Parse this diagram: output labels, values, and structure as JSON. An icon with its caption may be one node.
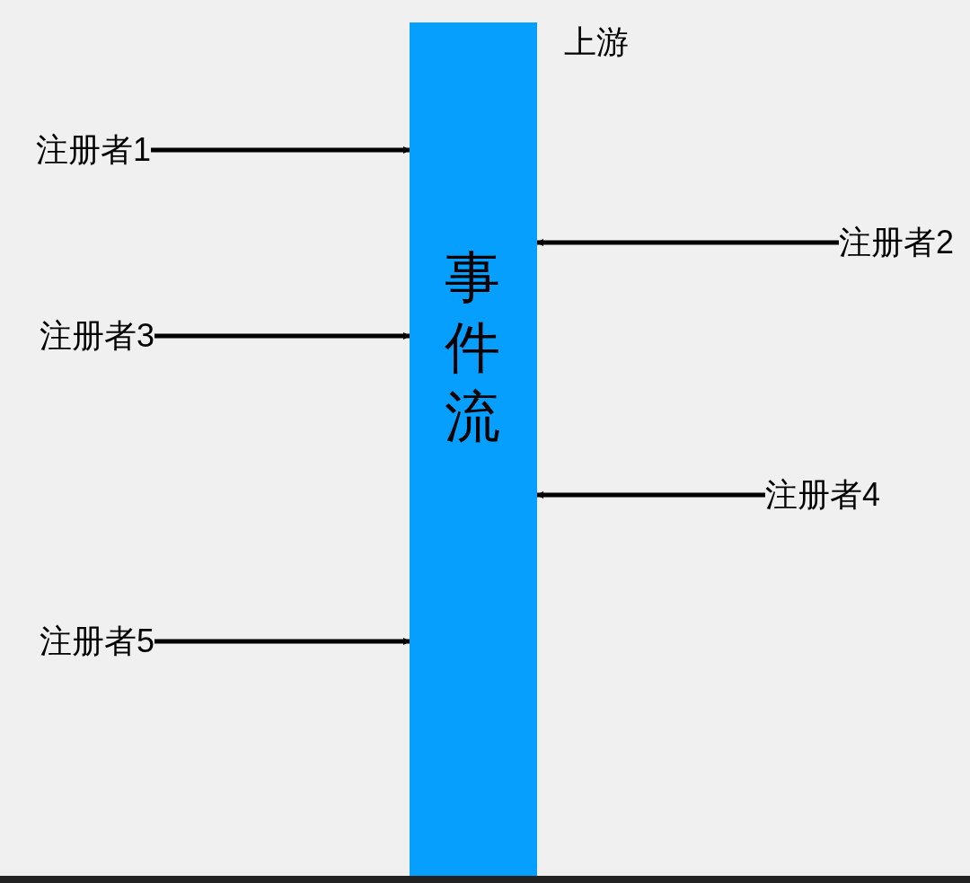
{
  "diagram": {
    "nodes": [
      {
        "text": [
          "事件流"
        ],
        "beside": [
          "上游"
        ]
      },
      {
        "text": [
          "注册者1"
        ]
      },
      {
        "text": [
          "注册者2"
        ]
      },
      {
        "text": [
          "注册者3"
        ]
      },
      {
        "text": [
          "注册者4"
        ]
      },
      {
        "text": [
          "注册者5"
        ]
      }
    ],
    "edges": [
      {
        "from": 1,
        "to": 0,
        "arrow": "to"
      },
      {
        "from": 2,
        "to": 0,
        "arrow": "to"
      },
      {
        "from": 3,
        "to": 0,
        "arrow": "to"
      },
      {
        "from": 4,
        "to": 0,
        "arrow": "to"
      },
      {
        "from": 5,
        "to": 0,
        "arrow": "to"
      }
    ]
  }
}
